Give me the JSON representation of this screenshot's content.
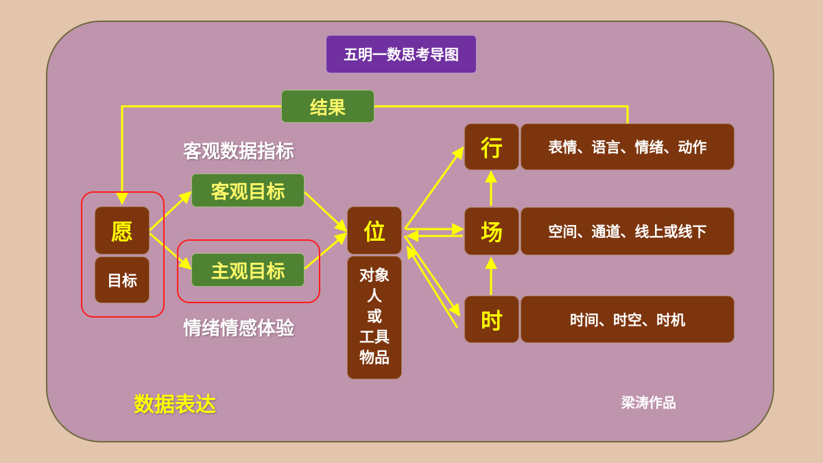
{
  "title": "五明一数思考导图",
  "result": "结果",
  "objective_data": "客观数据指标",
  "objective_goal": "客观目标",
  "subjective_goal": "主观目标",
  "emotion": "情绪情感体验",
  "wish": "愿",
  "goal": "目标",
  "position": "位",
  "position_objects": [
    "对象",
    "人",
    "或",
    "工具",
    "物品"
  ],
  "action": "行",
  "action_desc": "表情、语言、情绪、动作",
  "field": "场",
  "field_desc": "空间、通道、线上或线下",
  "time": "时",
  "time_desc": "时间、时空、时机",
  "data_expression": "数据表达",
  "author": "梁涛作品",
  "colors": {
    "background": "#e3c4ac",
    "panel": "#bf94ad",
    "brown_box": "#7d350e",
    "green_box": "#4f8233",
    "purple_box": "#7030a0",
    "arrow": "#ffff00",
    "frame": "#ff1a1a"
  }
}
